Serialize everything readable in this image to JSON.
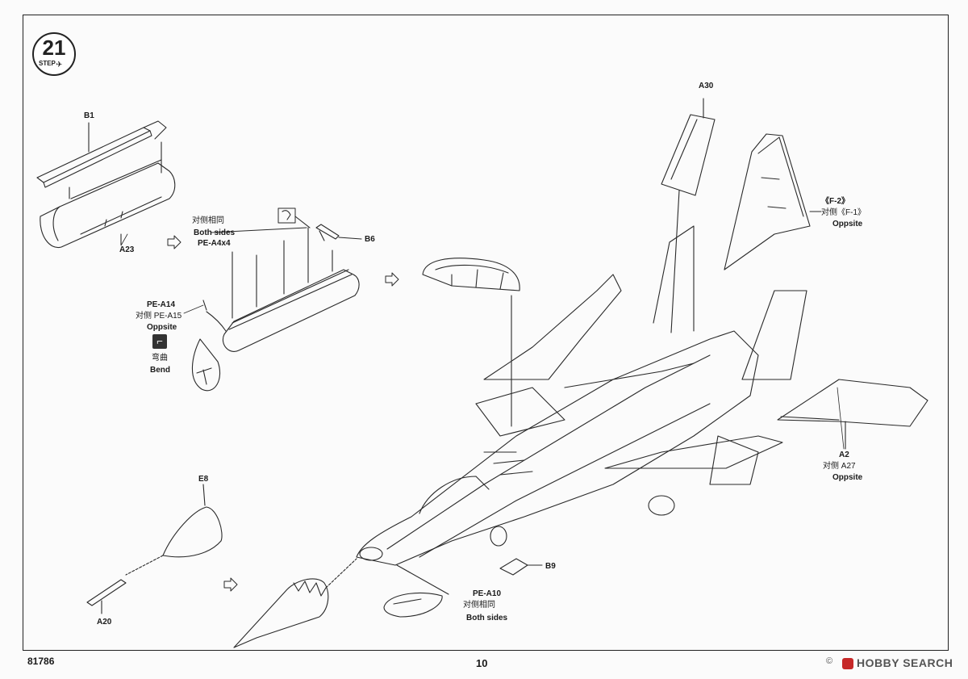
{
  "page": {
    "code": "81786",
    "number": "10",
    "watermark": "HOBBY SEARCH",
    "copyright_mark": "©"
  },
  "step": {
    "number": "21",
    "word": "STEP"
  },
  "labels": {
    "b1": "B1",
    "a23": "A23",
    "both_sides_cn_1": "对侧相同",
    "both_sides_en_1": "Both sides",
    "pe_a4x4": "PE-A4x4",
    "b6": "B6",
    "pe_a14": "PE-A14",
    "pe_a15_cn": "对侧 PE-A15",
    "oppsite_1": "Oppsite",
    "bend_cn": "弯曲",
    "bend_en": "Bend",
    "a30": "A30",
    "f2": "《F-2》",
    "f1_cn": "对侧《F-1》",
    "oppsite_2": "Oppsite",
    "a2": "A2",
    "a27_cn": "对侧 A27",
    "oppsite_3": "Oppsite",
    "e8": "E8",
    "a20": "A20",
    "b9": "B9",
    "pe_a10": "PE-A10",
    "both_sides_cn_2": "对侧相同",
    "both_sides_en_2": "Both sides"
  },
  "icons": {
    "step_arrow": "aircraft-icon",
    "bend": "bend-icon",
    "arrows": "hollow-arrow-icon"
  },
  "colors": {
    "line": "#2a2a2a",
    "watermark": "#c62828"
  }
}
